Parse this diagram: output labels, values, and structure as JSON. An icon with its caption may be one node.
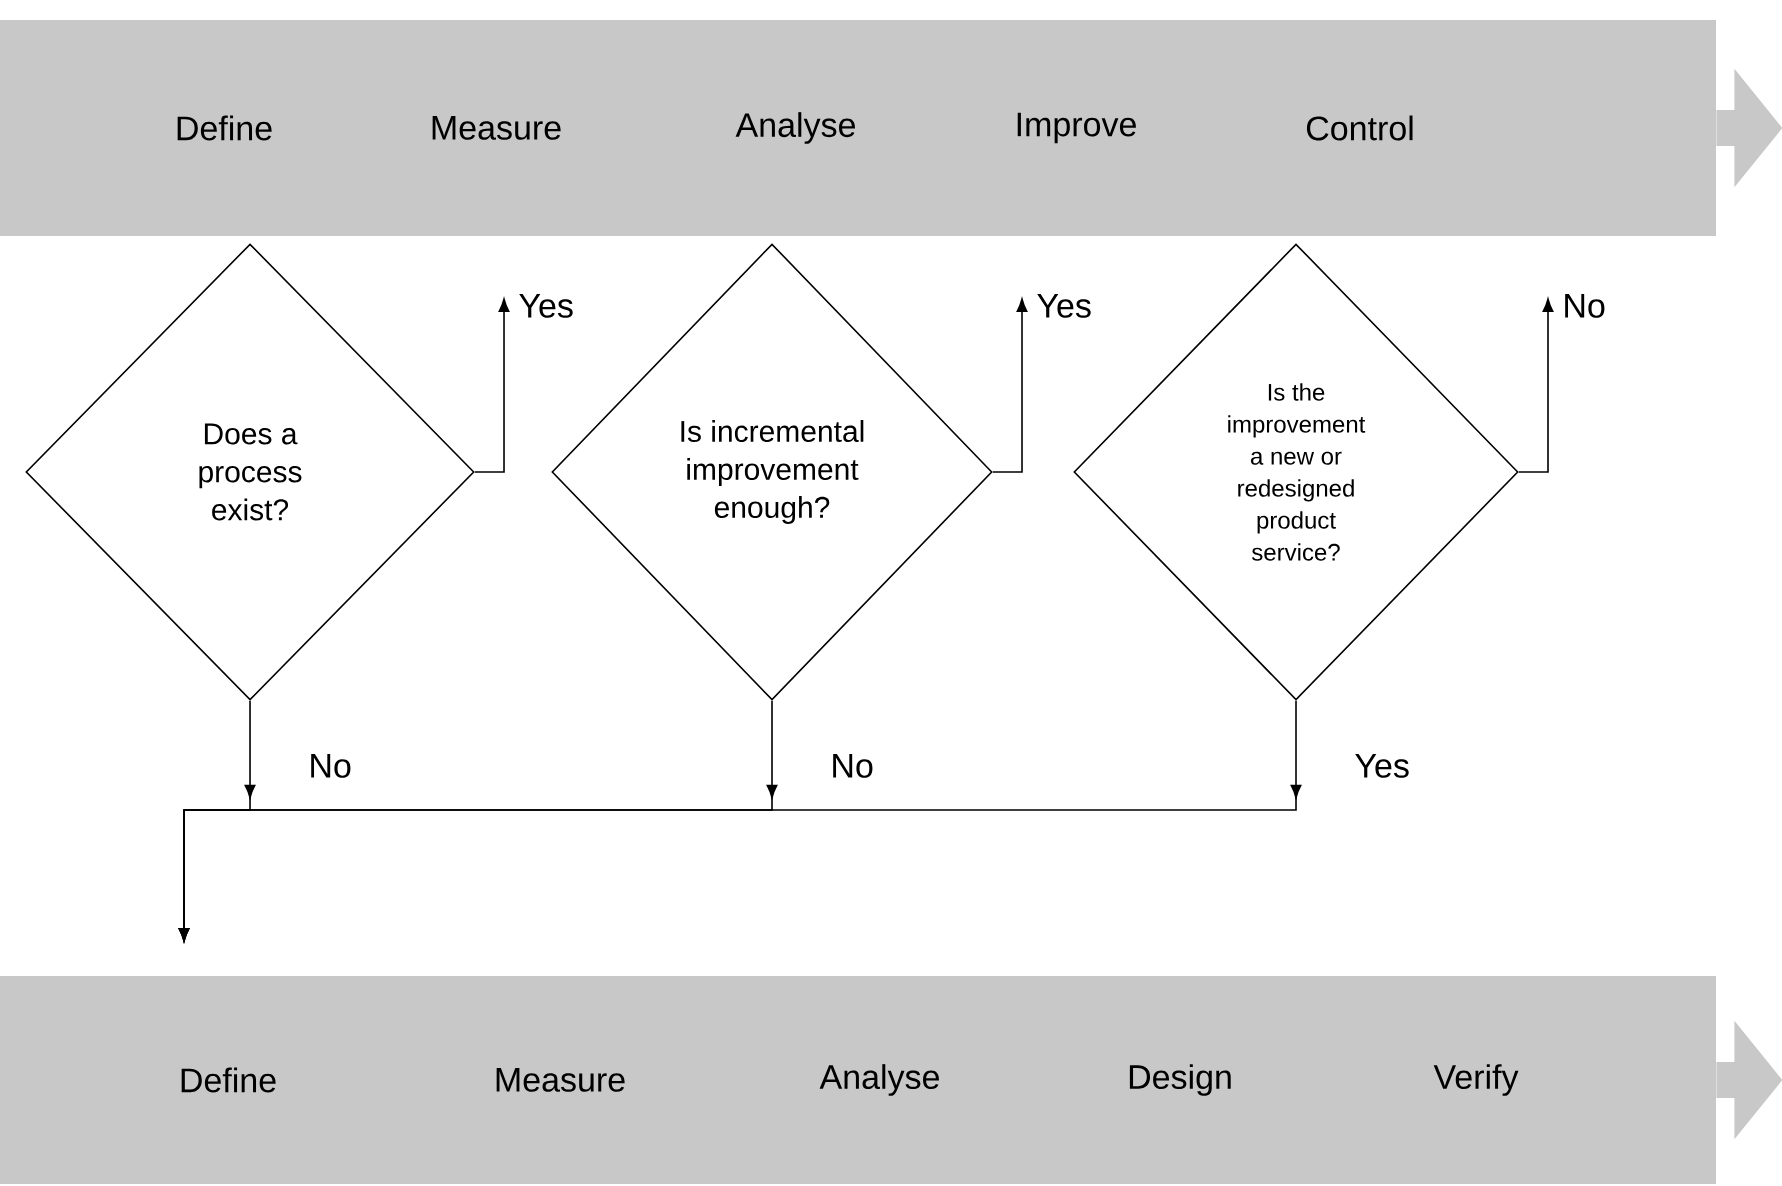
{
  "diagram": {
    "nodes": [
      {
        "text": [
          "Define",
          "Measure",
          "Analyse",
          "Improve",
          "Control"
        ]
      },
      {
        "text": [
          "Does a process exist?"
        ]
      },
      {
        "text": [
          "Is incremental improvement enough?"
        ]
      },
      {
        "text": [
          "Is the improvement a new or redesigned product service?"
        ]
      },
      {
        "text": [
          "Define",
          "Measure",
          "Analyse",
          "Design",
          "Verify"
        ]
      }
    ],
    "edges": [
      {
        "from": 0,
        "to": null,
        "arrow": "to",
        "style": "thick",
        "color": "#c8c8c8"
      },
      {
        "from": 1,
        "to": 0,
        "arrow": "to",
        "label": "Yes"
      },
      {
        "from": 2,
        "to": 0,
        "arrow": "to",
        "label": "Yes"
      },
      {
        "from": 3,
        "to": 0,
        "arrow": "to",
        "label": "No"
      },
      {
        "from": 1,
        "to": 4,
        "arrow": "to",
        "label": "No"
      },
      {
        "from": 2,
        "to": 4,
        "arrow": "to",
        "label": "No"
      },
      {
        "from": 3,
        "to": 4,
        "arrow": "to",
        "label": "Yes"
      },
      {
        "from": 4,
        "to": null,
        "arrow": "to",
        "style": "thick",
        "color": "#c8c8c8"
      }
    ]
  }
}
